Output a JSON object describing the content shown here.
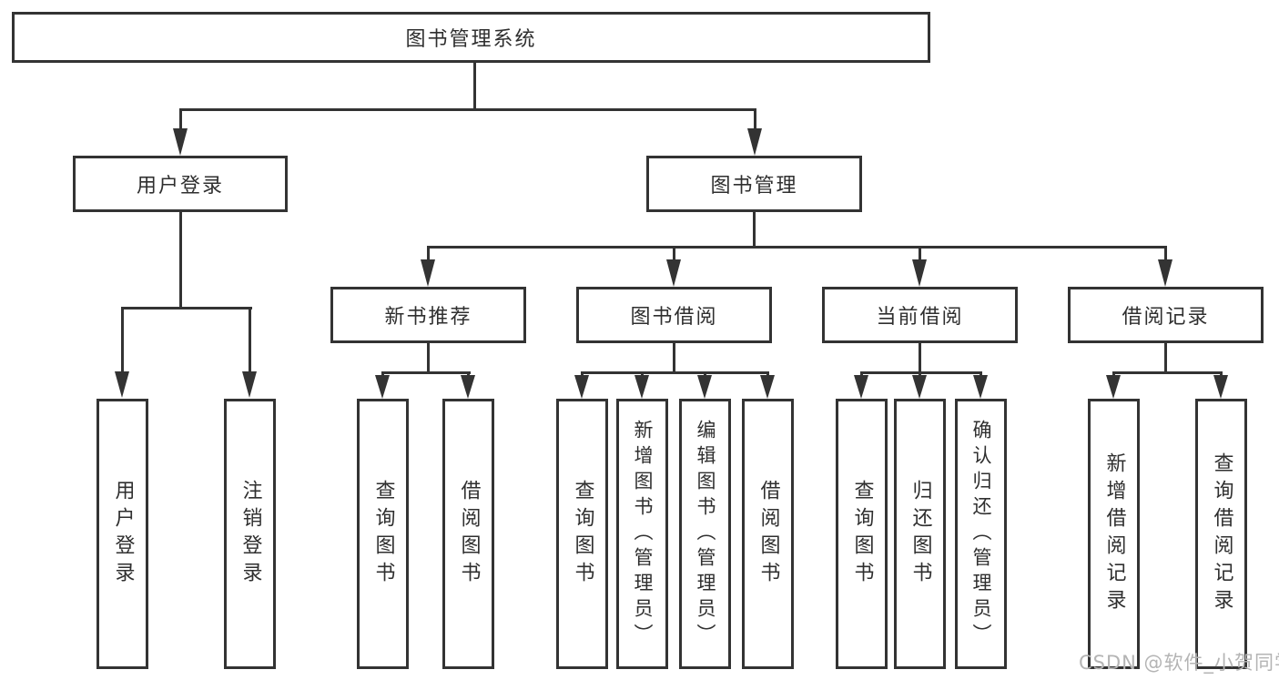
{
  "diagram_title": "图书管理系统",
  "watermark": "CSDN @软件_小贺同学",
  "colors": {
    "line": "#333333",
    "text": "#2f2f2f",
    "background": "#ffffff",
    "watermark": "#b4b4b4"
  },
  "nodes": {
    "root": {
      "label": "图书管理系统"
    },
    "user_login": {
      "label": "用户登录"
    },
    "book_mgmt": {
      "label": "图书管理"
    },
    "new_book_rec": {
      "label": "新书推荐"
    },
    "book_borrow": {
      "label": "图书借阅"
    },
    "current_borrow": {
      "label": "当前借阅"
    },
    "borrow_records": {
      "label": "借阅记录"
    },
    "leaf_user_login": {
      "label": "用户登录",
      "parent": "用户登录"
    },
    "leaf_logout": {
      "label": "注销登录",
      "parent": "用户登录"
    },
    "leaf_query_book_1": {
      "label": "查询图书",
      "parent": "新书推荐"
    },
    "leaf_borrow_book_1": {
      "label": "借阅图书",
      "parent": "新书推荐"
    },
    "leaf_query_book_2": {
      "label": "查询图书",
      "parent": "图书借阅"
    },
    "leaf_add_book": {
      "label": "新增图书（管理员）",
      "parent": "图书借阅"
    },
    "leaf_edit_book": {
      "label": "编辑图书（管理员）",
      "parent": "图书借阅"
    },
    "leaf_borrow_book_2": {
      "label": "借阅图书",
      "parent": "图书借阅"
    },
    "leaf_query_book_3": {
      "label": "查询图书",
      "parent": "当前借阅"
    },
    "leaf_return_book": {
      "label": "归还图书",
      "parent": "当前借阅"
    },
    "leaf_confirm_return": {
      "label": "确认归还（管理员）",
      "parent": "当前借阅"
    },
    "leaf_add_record": {
      "label": "新增借阅记录",
      "parent": "借阅记录"
    },
    "leaf_query_record": {
      "label": "查询借阅记录",
      "parent": "借阅记录"
    }
  }
}
